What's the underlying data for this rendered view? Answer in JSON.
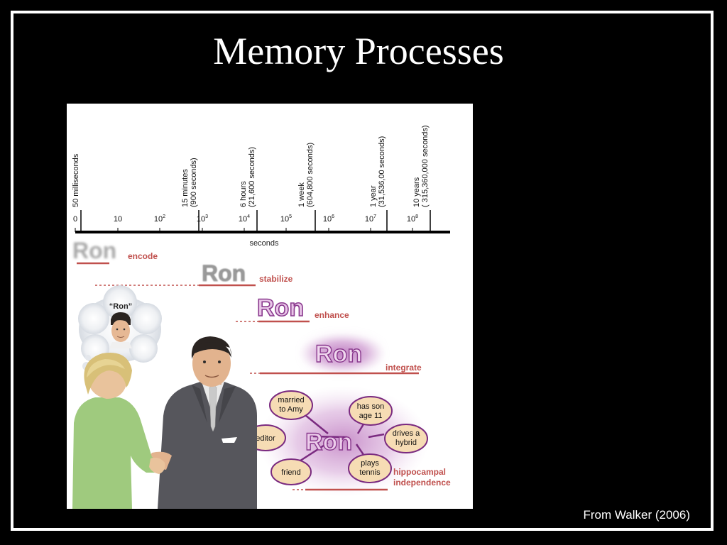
{
  "slide": {
    "title": "Memory Processes",
    "credit": "From Walker (2006)"
  },
  "timeline": {
    "axis_label": "seconds",
    "ticks": [
      {
        "base": "0",
        "exp": ""
      },
      {
        "base": "10",
        "exp": ""
      },
      {
        "base": "10",
        "exp": "2"
      },
      {
        "base": "10",
        "exp": "3"
      },
      {
        "base": "10",
        "exp": "4"
      },
      {
        "base": "10",
        "exp": "5"
      },
      {
        "base": "10",
        "exp": "6"
      },
      {
        "base": "10",
        "exp": "7"
      },
      {
        "base": "10",
        "exp": "8"
      }
    ],
    "markers": [
      {
        "lines": [
          "50 milliseconds"
        ]
      },
      {
        "lines": [
          "15 minutes",
          "(900 seconds)"
        ]
      },
      {
        "lines": [
          "6 hours",
          "(21,600 seconds)"
        ]
      },
      {
        "lines": [
          "1 week",
          "(604,800 seconds)"
        ]
      },
      {
        "lines": [
          "1 year",
          "(31,536,00 seconds)"
        ]
      },
      {
        "lines": [
          "10 years",
          "( 315,360,000 seconds)"
        ]
      }
    ]
  },
  "stages": {
    "word": "Ron",
    "encode": "encode",
    "stabilize": "stabilize",
    "enhance": "enhance",
    "integrate": "integrate",
    "final_line1": "hippocampal",
    "final_line2": "independence"
  },
  "thought": {
    "label": "“Ron”"
  },
  "associations": {
    "married": [
      "married",
      "to Amy"
    ],
    "son": [
      "has son",
      "age 11"
    ],
    "editor": "editor",
    "drives": [
      "drives a",
      "hybrid"
    ],
    "friend": "friend",
    "tennis": [
      "plays",
      "tennis"
    ]
  },
  "colors": {
    "accent_red": "#c0504d",
    "ron_purple": "#8a3a8e",
    "node_fill": "#f6dcb4"
  }
}
